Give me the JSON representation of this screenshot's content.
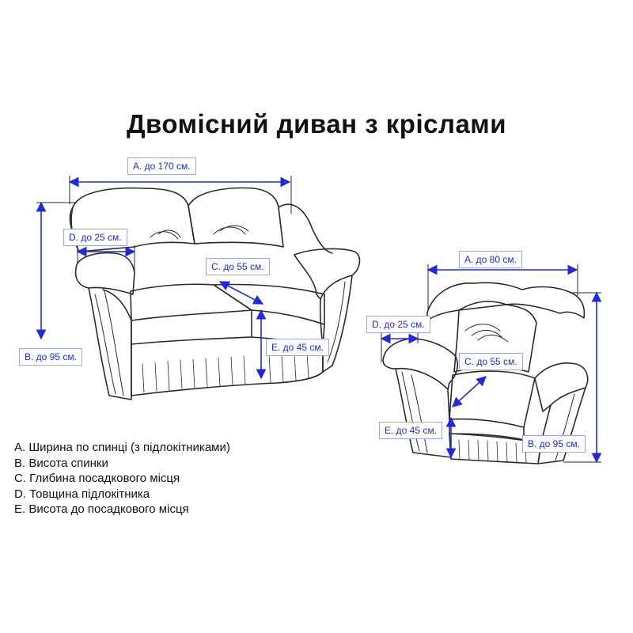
{
  "title": "Двомісний диван з кріслами",
  "colors": {
    "outline": "#2a2a2a",
    "dimension": "#1f2bd6",
    "label_border": "#9aa4ff",
    "text": "#111111"
  },
  "sofa": {
    "labels": {
      "width": "A. до 170 см.",
      "arm": "D. до 25 см.",
      "depth": "C. до 55 см.",
      "height": "B. до 95 см.",
      "seat_height": "E. до 45 см."
    }
  },
  "armchair": {
    "labels": {
      "width": "A. до 80 см.",
      "arm": "D. до 25 см.",
      "depth": "C. до 55 см.",
      "seat_height": "E. до 45 см.",
      "height": "B. до 95 см."
    }
  },
  "legend": [
    "A. Ширина по спинці (з підлокітниками)",
    "B. Висота спинки",
    "C. Глибина посадкового місця",
    "D. Товщина підлокітника",
    "E. Висота до посадкового місця"
  ]
}
